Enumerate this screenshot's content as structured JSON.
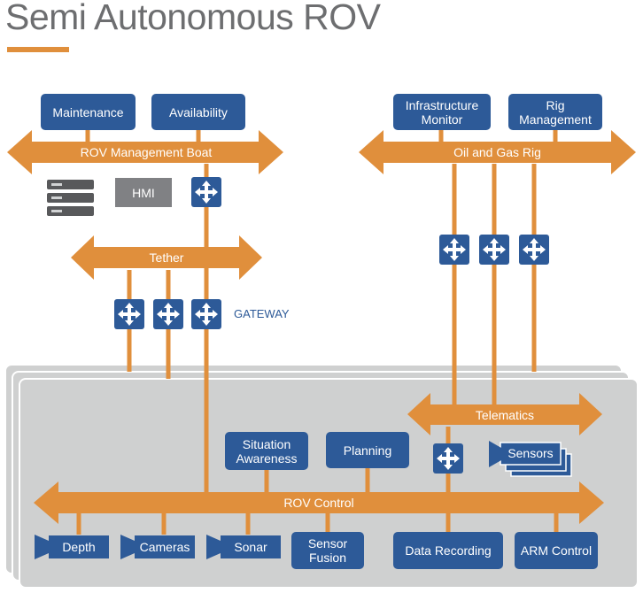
{
  "title": "Semi Autonomous ROV",
  "colors": {
    "accent_orange": "#e08f3c",
    "box_blue": "#2d5a98",
    "hmi_gray": "#808184",
    "rov_panel": "#cfd0d0",
    "title_gray": "#6d6e70"
  },
  "buses": {
    "management_boat": "ROV Management Boat",
    "rig": "Oil and Gas Rig",
    "tether": "Tether",
    "telematics": "Telematics",
    "rov_control": "ROV Control"
  },
  "boxes": {
    "maintenance": "Maintenance",
    "availability": "Availability",
    "infrastructure_monitor": "Infrastructure Monitor",
    "rig_management": "Rig Management",
    "hmi": "HMI",
    "situation_awareness": "Situation Awareness",
    "planning": "Planning",
    "sensors": "Sensors",
    "depth": "Depth",
    "cameras": "Cameras",
    "sonar": "Sonar",
    "sensor_fusion": "Sensor Fusion",
    "data_recording": "Data Recording",
    "arm_control": "ARM Control"
  },
  "gateway_label": "GATEWAY",
  "icons": {
    "switch": "switch-arrows-icon",
    "server": "server-rack-icon",
    "camera": "camera-icon"
  }
}
